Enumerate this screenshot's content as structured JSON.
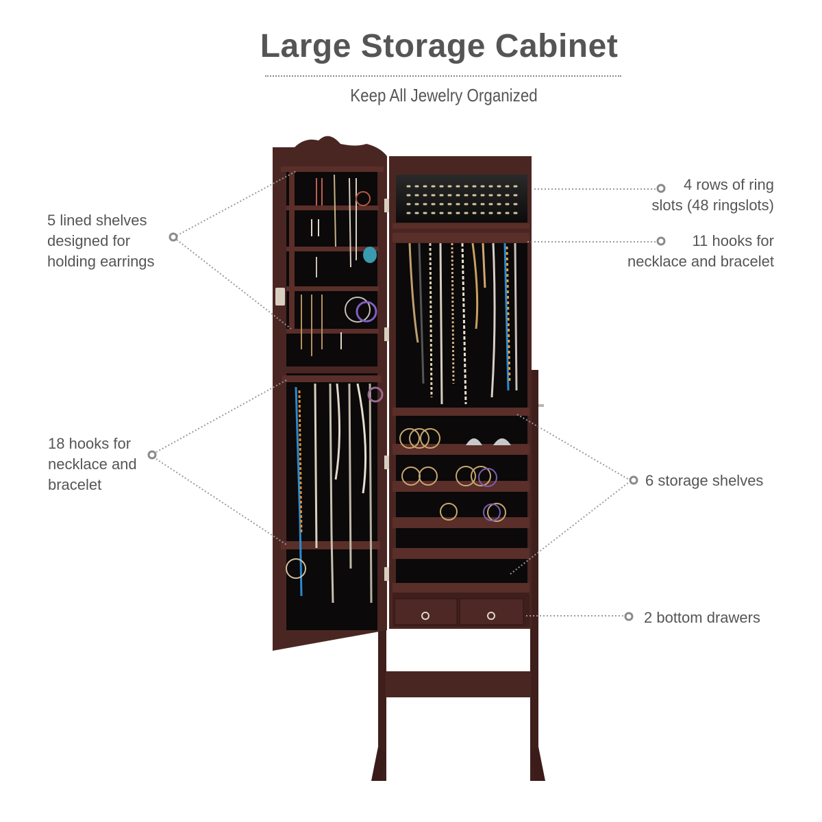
{
  "header": {
    "title": "Large Storage Cabinet",
    "subtitle": "Keep All Jewelry Organized"
  },
  "callouts": [
    {
      "id": "earring-shelves",
      "side": "left",
      "lines": [
        "5 lined shelves",
        "designed for",
        "holding earrings"
      ]
    },
    {
      "id": "door-hooks",
      "side": "left",
      "lines": [
        "18 hooks for",
        "necklace and",
        "bracelet"
      ]
    },
    {
      "id": "ring-slots",
      "side": "right",
      "lines": [
        "4 rows of ring",
        "slots (48 ringslots)"
      ]
    },
    {
      "id": "cabinet-hooks",
      "side": "right",
      "lines": [
        "11 hooks for",
        "necklace and bracelet"
      ]
    },
    {
      "id": "storage-shelves",
      "side": "right",
      "lines": [
        "6 storage shelves"
      ]
    },
    {
      "id": "drawers",
      "side": "right",
      "lines": [
        "2 bottom drawers"
      ]
    }
  ],
  "product": {
    "name": "Jewelry cabinet with open mirror door",
    "wood_color": "#4a2622",
    "lining_color": "#0b0909",
    "hardware_color": "#d8cfc0"
  },
  "colors": {
    "text": "#555555",
    "callout_line": "#999999",
    "callout_dot": "#8a8a8a",
    "background": "#ffffff"
  }
}
